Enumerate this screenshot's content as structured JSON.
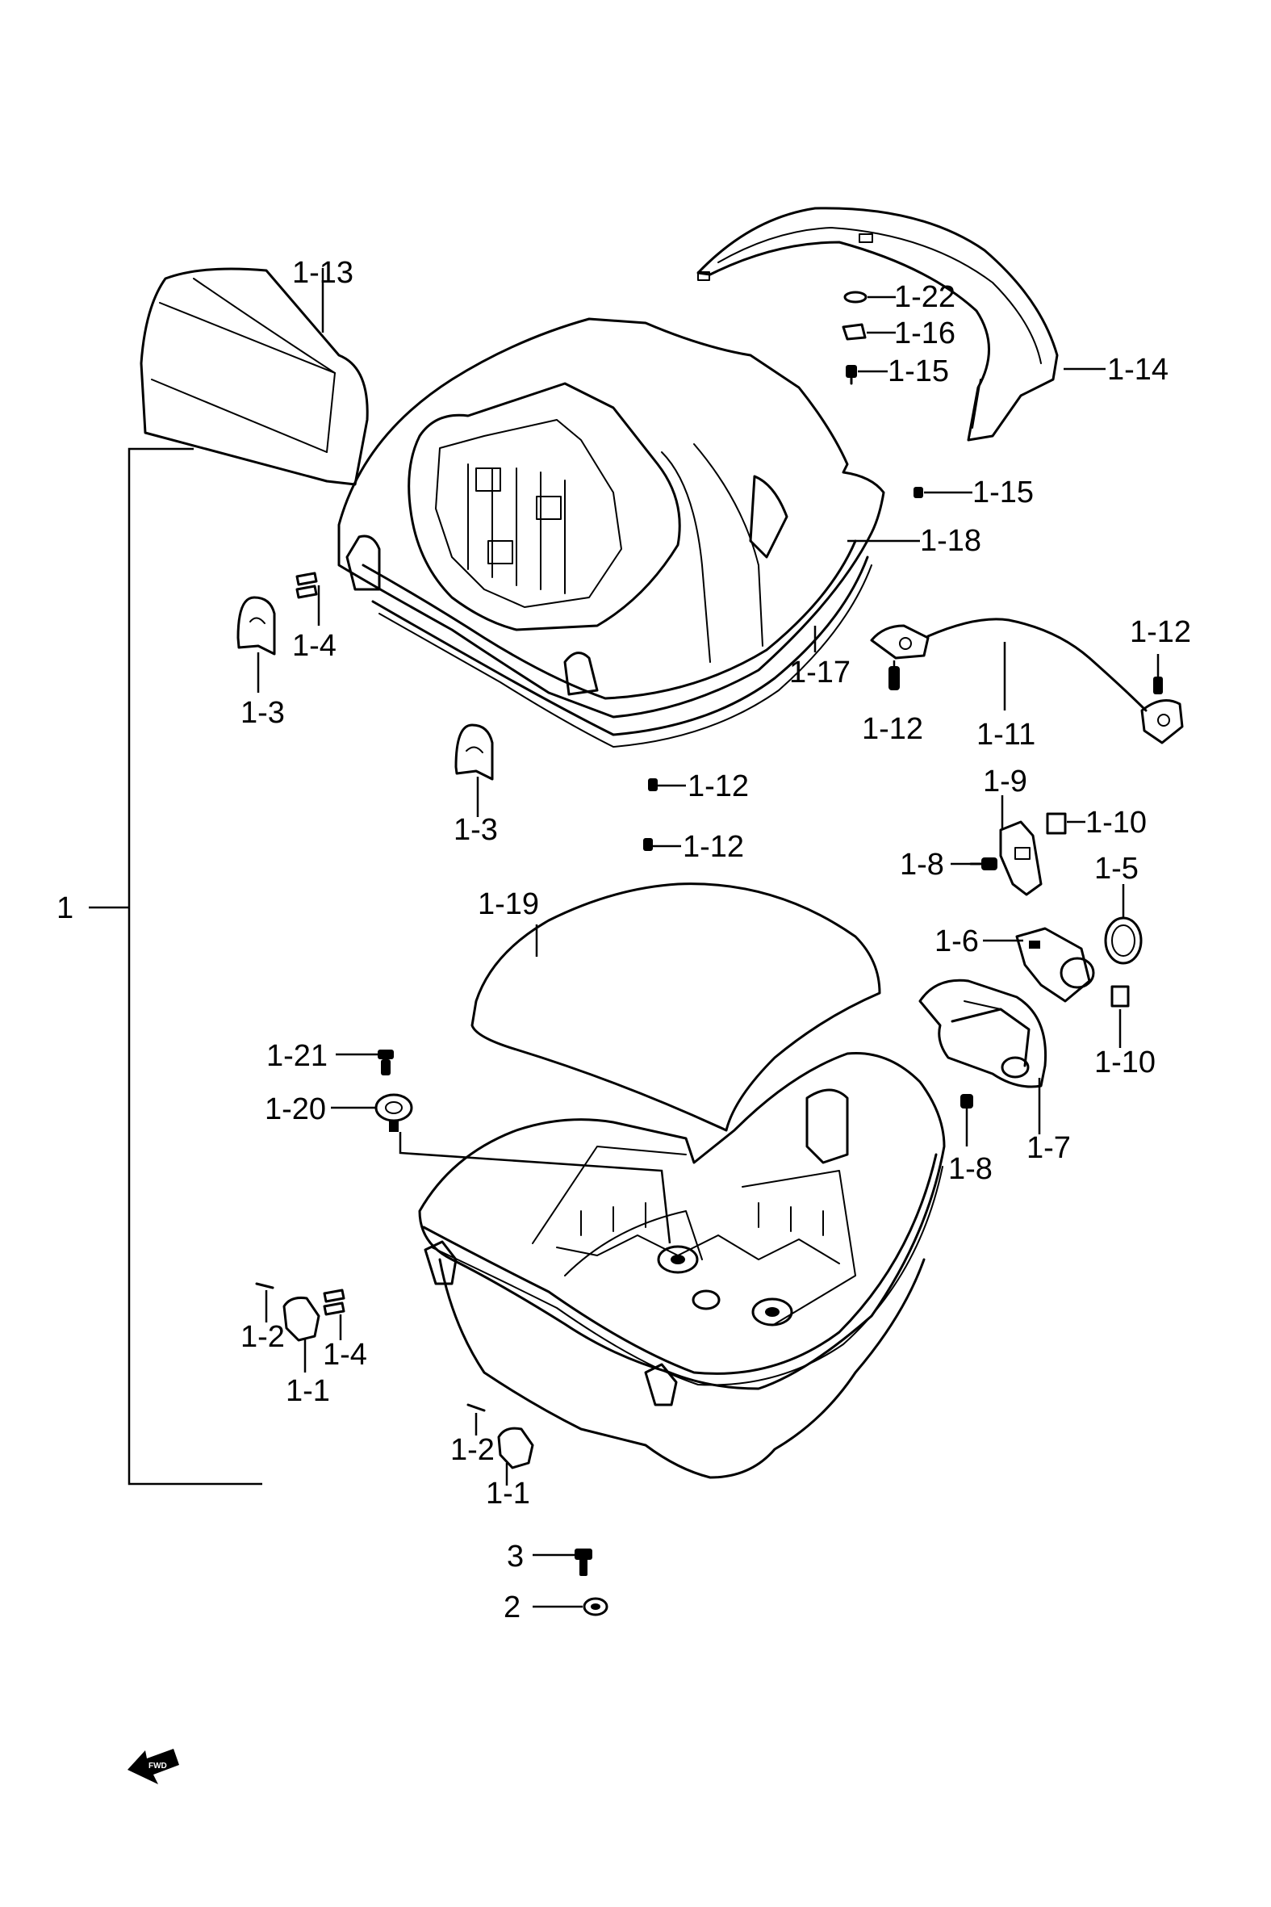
{
  "labels": [
    {
      "id": "l1_13a",
      "text": "1-13"
    },
    {
      "id": "l1_22",
      "text": "1-22"
    },
    {
      "id": "l1_16",
      "text": "1-16"
    },
    {
      "id": "l1_15a",
      "text": "1-15"
    },
    {
      "id": "l1_14",
      "text": "1-14"
    },
    {
      "id": "l1_15b",
      "text": "1-15"
    },
    {
      "id": "l1_18",
      "text": "1-18"
    },
    {
      "id": "l1_4a",
      "text": "1-4"
    },
    {
      "id": "l1_3a",
      "text": "1-3"
    },
    {
      "id": "l1_17",
      "text": "1-17"
    },
    {
      "id": "l1_12a",
      "text": "1-12"
    },
    {
      "id": "l1_11",
      "text": "1-11"
    },
    {
      "id": "l1_12b",
      "text": "1-12"
    },
    {
      "id": "l1_3b",
      "text": "1-3"
    },
    {
      "id": "l1_12c",
      "text": "1-12"
    },
    {
      "id": "l1_12d",
      "text": "1-12"
    },
    {
      "id": "l1_9",
      "text": "1-9"
    },
    {
      "id": "l1_10a",
      "text": "1-10"
    },
    {
      "id": "l1_8a",
      "text": "1-8"
    },
    {
      "id": "l1_5",
      "text": "1-5"
    },
    {
      "id": "l1",
      "text": "1"
    },
    {
      "id": "l1_19",
      "text": "1-19"
    },
    {
      "id": "l1_6",
      "text": "1-6"
    },
    {
      "id": "l1_10b",
      "text": "1-10"
    },
    {
      "id": "l1_21",
      "text": "1-21"
    },
    {
      "id": "l1_20",
      "text": "1-20"
    },
    {
      "id": "l1_7",
      "text": "1-7"
    },
    {
      "id": "l1_8b",
      "text": "1-8"
    },
    {
      "id": "l1_2a",
      "text": "1-2"
    },
    {
      "id": "l1_4b",
      "text": "1-4"
    },
    {
      "id": "l1_1a",
      "text": "1-1"
    },
    {
      "id": "l1_2b",
      "text": "1-2"
    },
    {
      "id": "l1_1b",
      "text": "1-1"
    },
    {
      "id": "l3",
      "text": "3"
    },
    {
      "id": "l2",
      "text": "2"
    }
  ],
  "fwd_text": "FWD"
}
